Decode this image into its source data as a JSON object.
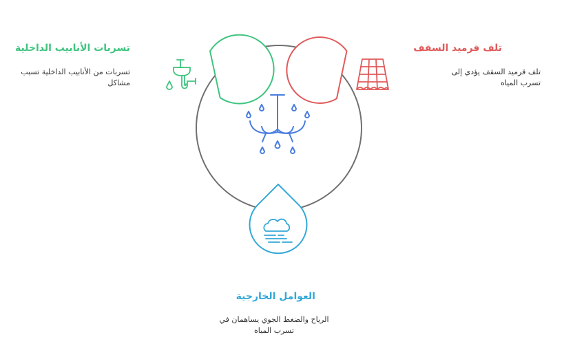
{
  "colors": {
    "center": "#707070",
    "red": "#e05a5a",
    "green": "#3fc47f",
    "blue": "#33a8d8",
    "icon_blue": "#4a7de0"
  },
  "central": {
    "icon": "chandelier-icon"
  },
  "causes": [
    {
      "id": "roof",
      "title": "تلف قرميد السقف",
      "description": "تلف قرميد السقف يؤدي إلى تسرب المياه",
      "color": "#e05a5a",
      "icon": "roof-tiles-icon"
    },
    {
      "id": "pipes",
      "title": "تسربات الأنابيب الداخلية",
      "description": "تسربات من الأنابيب الداخلية تسبب مشاكل",
      "color": "#3fc47f",
      "icon": "sink-pipe-icon"
    },
    {
      "id": "external",
      "title": "العوامل الخارجية",
      "description": "الرياح والضغط الجوي يساهمان في تسرب المياه",
      "color": "#33a8d8",
      "icon": "cloud-wind-icon"
    }
  ]
}
